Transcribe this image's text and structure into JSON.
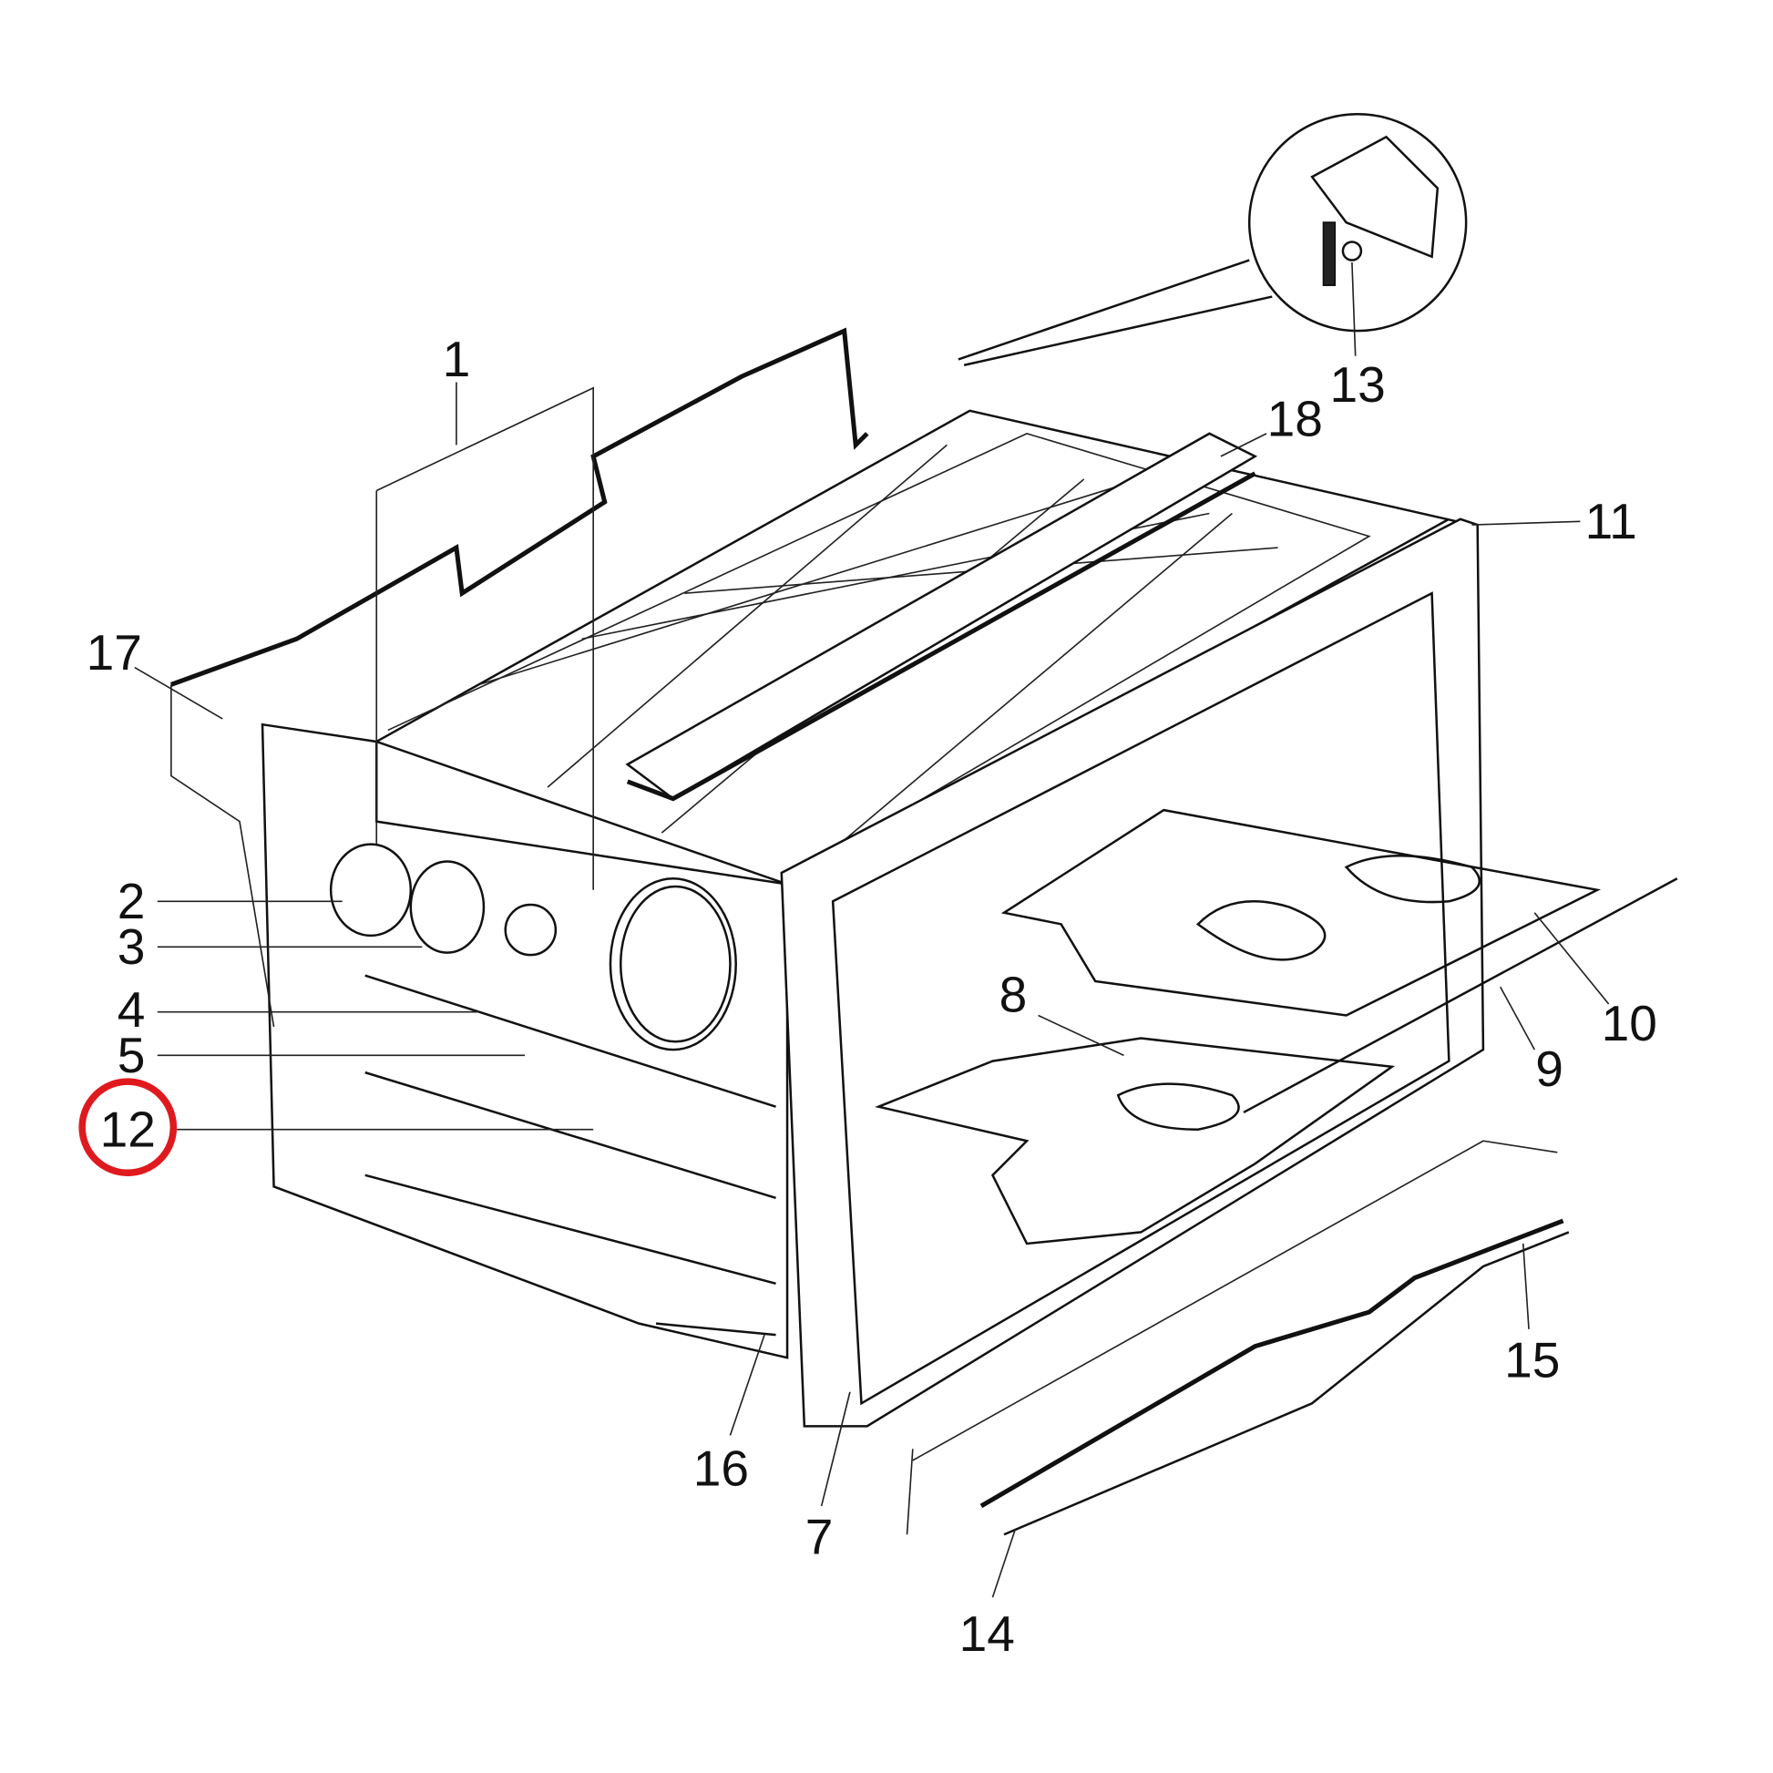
{
  "title": "Oven exploded parts diagram",
  "highlight_color": "#e0191e",
  "highlighted_part": "12",
  "part_labels": {
    "p1": "1",
    "p2": "2",
    "p3": "3",
    "p4": "4",
    "p5": "5",
    "p7": "7",
    "p8": "8",
    "p9": "9",
    "p10": "10",
    "p11": "11",
    "p12": "12",
    "p13": "13",
    "p14": "14",
    "p15": "15",
    "p16": "16",
    "p17": "17",
    "p18": "18"
  }
}
